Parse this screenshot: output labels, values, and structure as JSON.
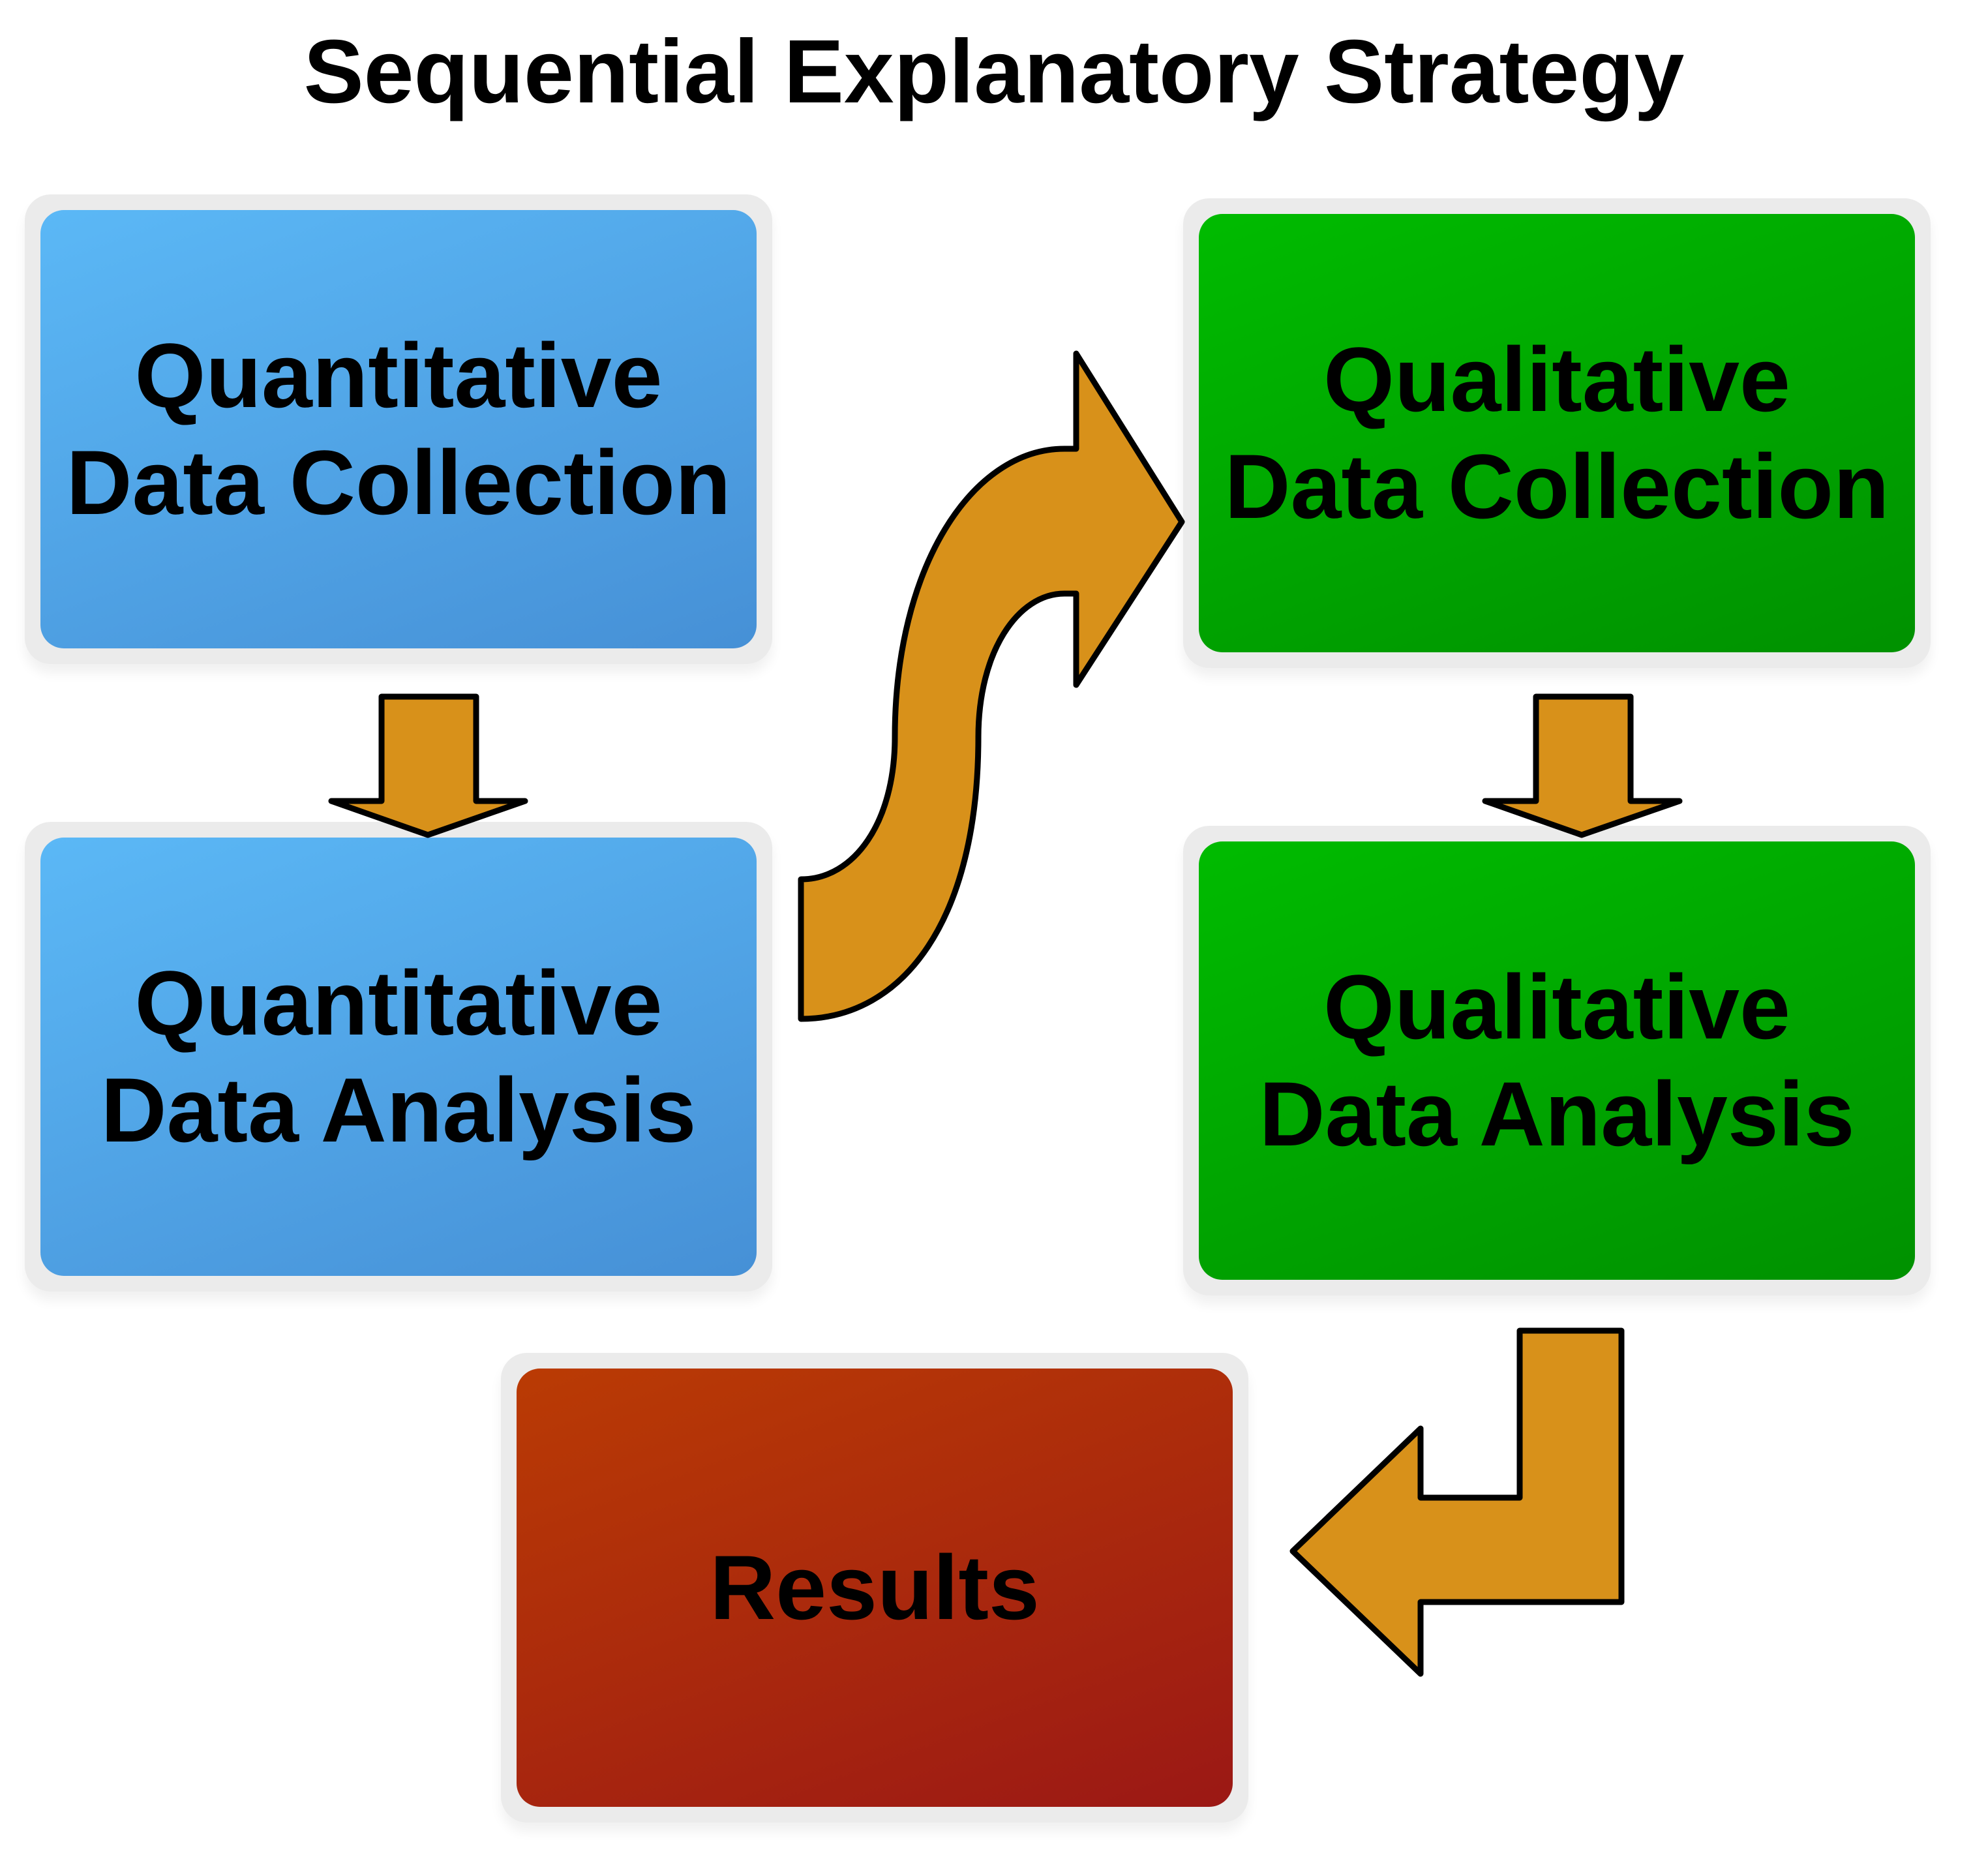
{
  "title": "Sequential Explanatory Strategy",
  "colors": {
    "blue_start": "#5bb8f6",
    "blue_end": "#4690d6",
    "green_start": "#00bb00",
    "green_end": "#009100",
    "red_start": "#ba3b04",
    "red_end": "#9b1815",
    "arrow": "#d8911a",
    "box_border": "#ebebeb"
  },
  "boxes": {
    "quant_collection": {
      "line1": "Quantitative",
      "line2": "Data Collection"
    },
    "quant_analysis": {
      "line1": "Quantitative",
      "line2": "Data Analysis"
    },
    "qual_collection": {
      "line1": "Qualitative",
      "line2": "Data Collection"
    },
    "qual_analysis": {
      "line1": "Qualitative",
      "line2": "Data Analysis"
    },
    "results": {
      "label": "Results"
    }
  }
}
